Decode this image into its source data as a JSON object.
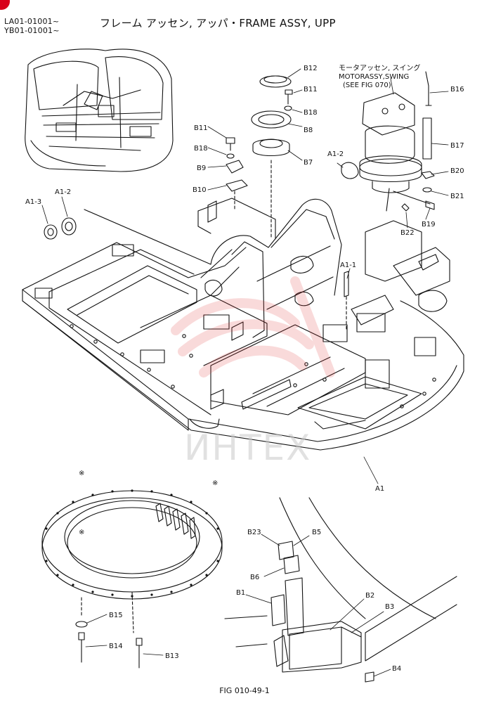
{
  "header": {
    "serial_1": "LA01-01001~",
    "serial_2": "YB01-01001~",
    "title": "フレーム アッセン, アッパ・FRAME ASSY, UPP"
  },
  "note": {
    "line_1": "モータアッセン, スイング",
    "line_2": "MOTORASSY,SWING",
    "line_3": "(SEE FIG 070)"
  },
  "callouts": {
    "B12": "B12",
    "B11a": "B11",
    "B18a": "B18",
    "B8": "B8",
    "B7": "B7",
    "B11b": "B11",
    "B18b": "B18",
    "B9": "B9",
    "B10": "B10",
    "B16": "B16",
    "B17": "B17",
    "B20": "B20",
    "B21": "B21",
    "B19": "B19",
    "B22": "B22",
    "A1_2a": "A1-2",
    "A1_2b": "A1-2",
    "A1_3": "A1-3",
    "A1_1": "A1-1",
    "A1": "A1",
    "B15": "B15",
    "B14": "B14",
    "B13": "B13",
    "B23": "B23",
    "B5": "B5",
    "B6": "B6",
    "B1": "B1",
    "B2": "B2",
    "B3": "B3",
    "B4": "B4"
  },
  "marks": {
    "ref_mark": "※"
  },
  "watermark": "ИНТЕХ",
  "figure_number": "FIG 010-49-1",
  "colors": {
    "line": "#111111",
    "watermark_red": "#e23a3a",
    "corner_mark": "#d8001b"
  }
}
